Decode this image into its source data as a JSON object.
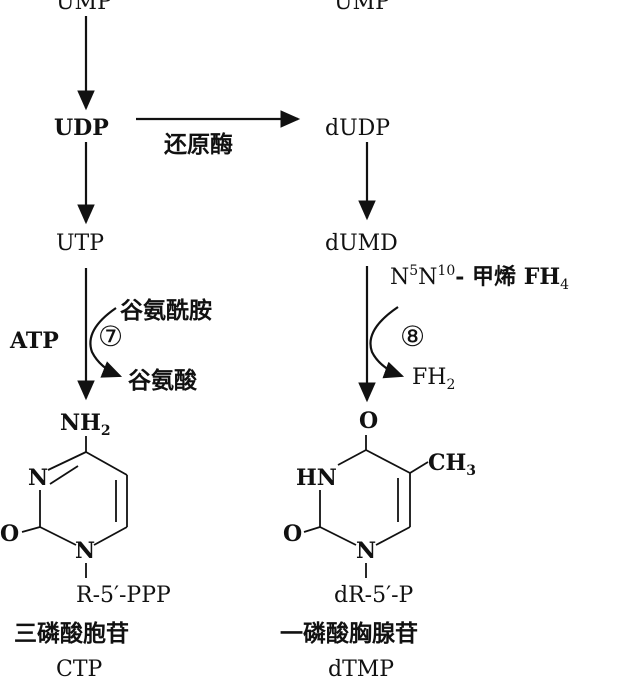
{
  "left": {
    "ump": "UMP",
    "udp": "UDP",
    "utp": "UTP",
    "atp": "ATP",
    "step": "⑦",
    "glutamine": "谷氨酰胺",
    "glutamate": "谷氨酸",
    "nh2": "NH",
    "nh2_sub": "2",
    "ring_n3": "N",
    "ring_o": "O",
    "ring_n1": "N",
    "substituent": "R-5′-PPP",
    "name_cn": "三磷酸胞苷",
    "name": "CTP"
  },
  "center": {
    "enzyme": "还原酶"
  },
  "right": {
    "ump": "UMP",
    "dudp": "dUDP",
    "dump": "dUMD",
    "cofactor_prefix": "N",
    "cofactor_sup1": "5",
    "cofactor_mid": "N",
    "cofactor_sup2": "10",
    "cofactor_rest": "- 甲烯 FH",
    "cofactor_sub": "4",
    "step": "⑧",
    "product": "FH",
    "product_sub": "2",
    "ring_o_top": "O",
    "ring_hn": "HN",
    "ring_o": "O",
    "ring_n1": "N",
    "methyl": "CH",
    "methyl_sub": "3",
    "substituent": "dR-5′-P",
    "name_cn": "一磷酸胸腺苷",
    "name": "dTMP"
  }
}
